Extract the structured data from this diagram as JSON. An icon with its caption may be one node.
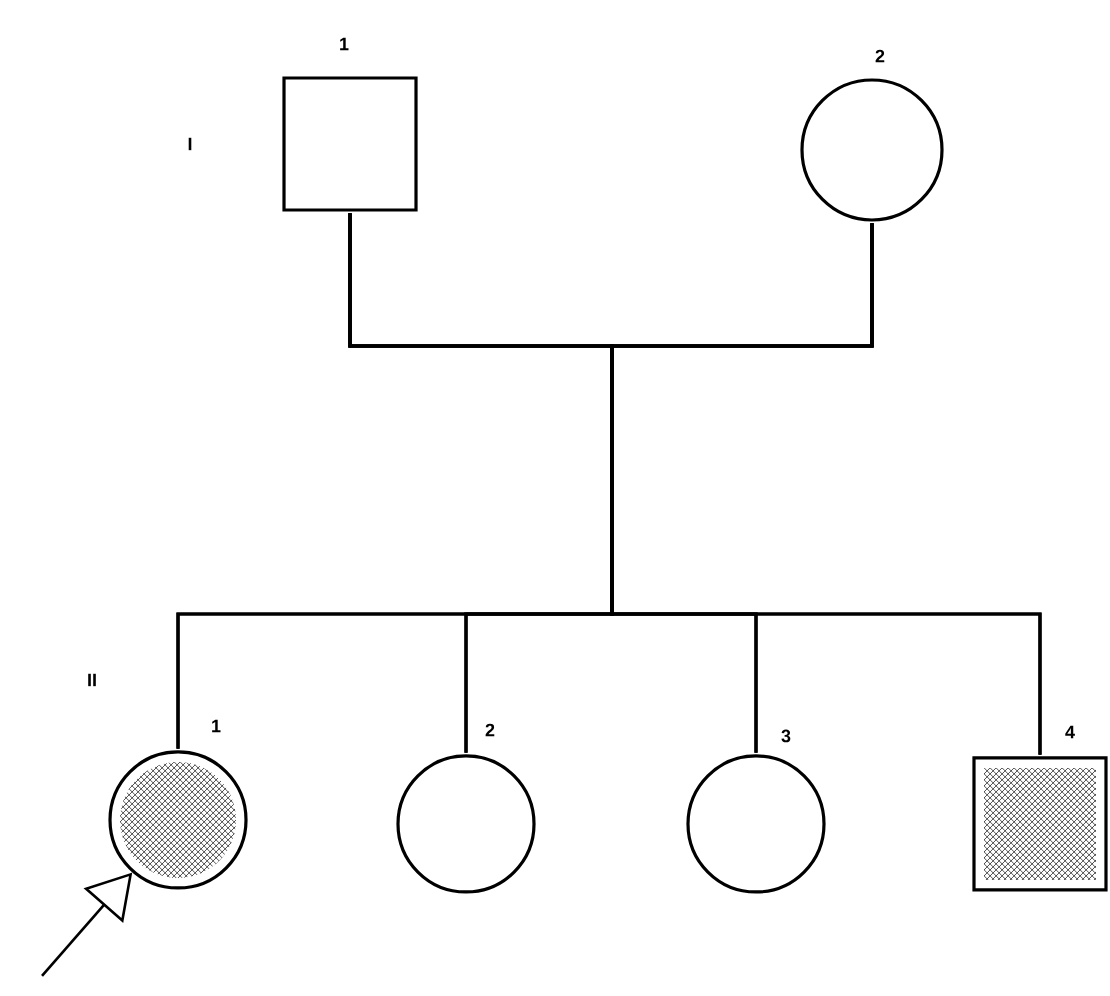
{
  "diagram": {
    "nodes": [
      {
        "text": [],
        "shape": "box",
        "beside": [
          "1"
        ]
      },
      {
        "text": [],
        "shape": "circle",
        "beside": [
          "2"
        ]
      },
      {
        "text": [],
        "shape": "circle",
        "beside": [
          "1"
        ]
      },
      {
        "text": [],
        "shape": "circle",
        "beside": [
          "2"
        ]
      },
      {
        "text": [],
        "shape": "circle",
        "beside": [
          "3"
        ]
      },
      {
        "text": [],
        "shape": "box",
        "beside": [
          "4"
        ]
      }
    ],
    "edges": [
      {
        "from": 0,
        "to": 1,
        "arrow": "none"
      },
      {
        "from": 0,
        "to": 2,
        "arrow": "none"
      },
      {
        "from": 0,
        "to": 3,
        "arrow": "none"
      },
      {
        "from": 0,
        "to": 4,
        "arrow": "none"
      },
      {
        "from": 0,
        "to": 5,
        "arrow": "none"
      },
      {
        "from": 1,
        "to": 2,
        "arrow": "none"
      },
      {
        "from": 1,
        "to": 3,
        "arrow": "none"
      },
      {
        "from": 1,
        "to": 4,
        "arrow": "none"
      },
      {
        "from": 1,
        "to": 5,
        "arrow": "none"
      },
      {
        "from": null,
        "to": 2,
        "arrow": "to"
      }
    ],
    "labels": [
      "I",
      "II"
    ]
  }
}
